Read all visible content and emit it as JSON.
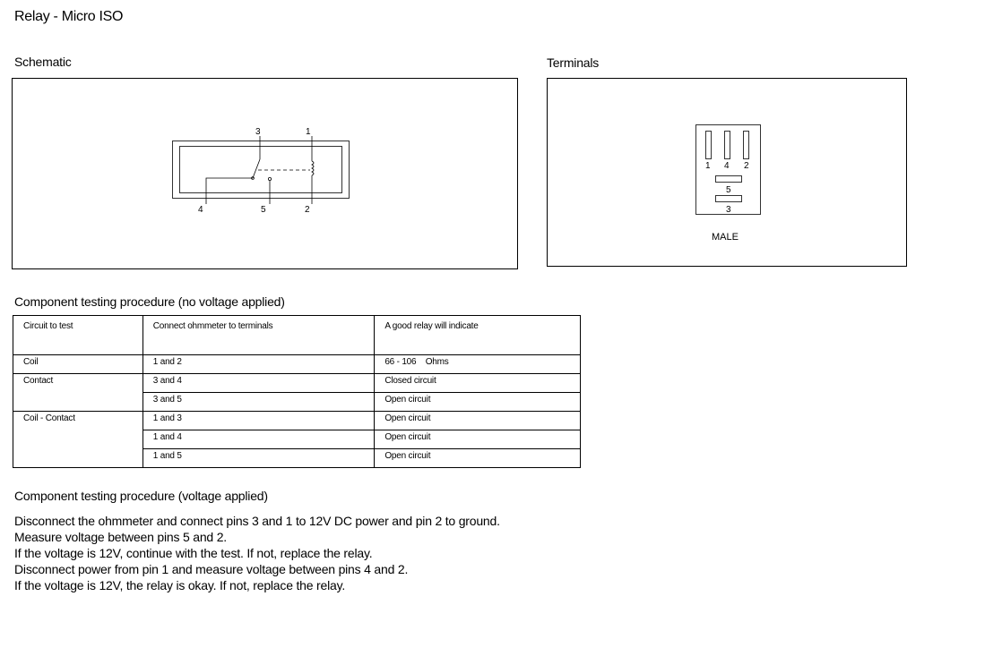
{
  "page": {
    "title": "Relay - Micro ISO"
  },
  "schematic": {
    "label": "Schematic",
    "terminals": [
      "3",
      "1",
      "4",
      "5",
      "2"
    ]
  },
  "terminals_view": {
    "label": "Terminals",
    "pins_top": [
      "1",
      "4",
      "2"
    ],
    "pin_mid": "5",
    "pin_bottom": "3",
    "caption": "MALE"
  },
  "no_voltage": {
    "heading": "Component testing procedure (no voltage applied)",
    "columns": [
      "Circuit to test",
      "Connect ohmmeter to terminals",
      "A good relay will indicate"
    ],
    "rows": [
      {
        "circuit": "Coil",
        "terminals": "1 and 2",
        "result": "66 - 106    Ohms"
      },
      {
        "circuit": "Contact",
        "terminals": "3 and 4",
        "result": "Closed circuit"
      },
      {
        "circuit": "",
        "terminals": "3 and 5",
        "result": "Open circuit"
      },
      {
        "circuit": "Coil - Contact",
        "terminals": "1 and 3",
        "result": "Open circuit"
      },
      {
        "circuit": "",
        "terminals": "1 and 4",
        "result": "Open circuit"
      },
      {
        "circuit": "",
        "terminals": "1 and 5",
        "result": "Open circuit"
      }
    ]
  },
  "voltage": {
    "heading": "Component testing procedure (voltage applied)",
    "lines": [
      "Disconnect the ohmmeter and connect pins 3 and 1 to 12V DC power and pin 2 to ground.",
      "Measure voltage between pins 5 and 2.",
      "If the voltage is 12V, continue with the test. If not, replace the relay.",
      "Disconnect power from pin 1 and measure voltage between pins 4 and 2.",
      "If the voltage is 12V, the relay is okay. If not, replace the relay."
    ]
  }
}
